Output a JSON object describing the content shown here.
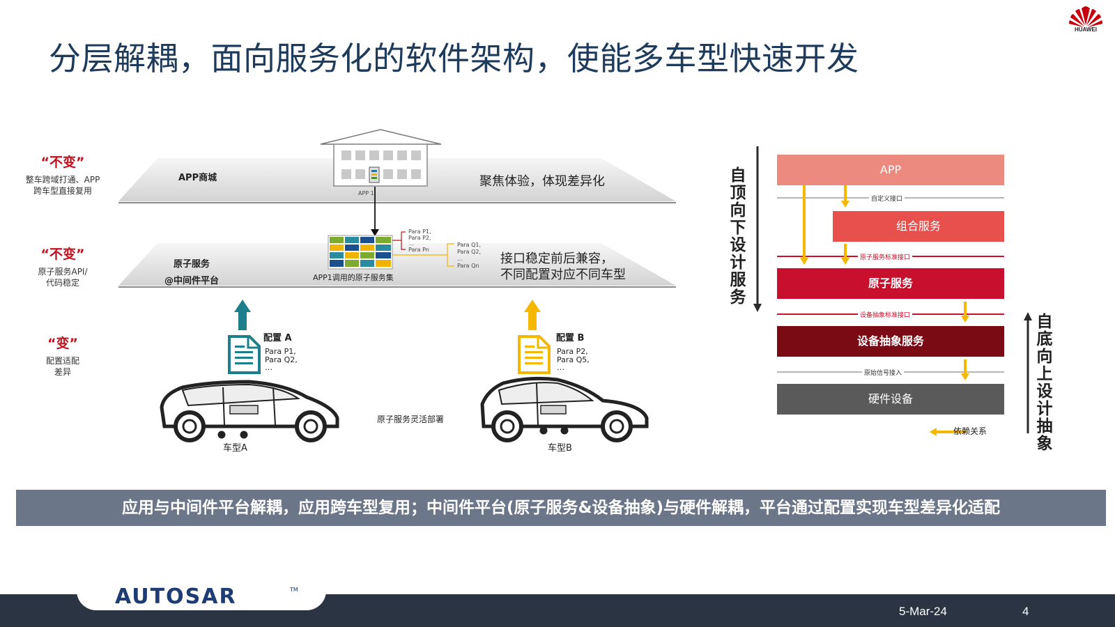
{
  "title": "分层解耦，面向服务化的软件架构，使能多车型快速开发",
  "brand": {
    "logo_text": "HUAWEI",
    "colors": {
      "red": "#c0111f",
      "dark_blue": "#1f3b5c"
    }
  },
  "left_labels": [
    {
      "head": "“不变”",
      "lines": [
        "整车跨域打通、APP",
        "跨车型直接复用"
      ]
    },
    {
      "head": "“不变”",
      "lines": [
        "原子服务API/",
        "代码稳定"
      ]
    },
    {
      "head": "“变”",
      "lines": [
        "配置适配",
        "差异"
      ]
    }
  ],
  "layer1": {
    "label": "APP商城",
    "app_label": "APP 1",
    "desc": "聚焦体验，体现差异化"
  },
  "layer2": {
    "label1": "原子服务",
    "label2": "@中间件平台",
    "set_label": "APP1调用的原子服务集",
    "desc1": "接口稳定前后兼容，",
    "desc2": "不同配置对应不同车型",
    "para_p": [
      "Para P1,",
      "Para P2,",
      "…",
      "Para Pn"
    ],
    "para_q": [
      "Para Q1,",
      "Para Q2,",
      "…",
      "Para Qn"
    ]
  },
  "config_a": {
    "title": "配置 A",
    "lines": [
      "Para P1,",
      "Para Q2,",
      "…"
    ]
  },
  "config_b": {
    "title": "配置 B",
    "lines": [
      "Para P2,",
      "Para Q5,",
      "…"
    ]
  },
  "deploy_label": "原子服务灵活部署",
  "car_a": "车型A",
  "car_b": "车型B",
  "right": {
    "top_down": "自顶向下设计服务",
    "bottom_up": "自底向上设计抽象",
    "bars": [
      {
        "label": "APP",
        "color": "#ec8a80"
      },
      {
        "label": "组合服务",
        "color": "#e8504d"
      },
      {
        "label": "原子服务",
        "color": "#c8102e"
      },
      {
        "label": "设备抽象服务",
        "color": "#7a0a14"
      },
      {
        "label": "硬件设备",
        "color": "#5a5a5a"
      }
    ],
    "interfaces": [
      "自定义接口",
      "原子服务标准接口",
      "设备抽象标准接口",
      "原始信号接入"
    ],
    "legend": "依赖关系"
  },
  "banner": "应用与中间件平台解耦，应用跨车型复用；中间件平台(原子服务&设备抽象)与硬件解耦，平台通过配置实现车型差异化适配",
  "footer": {
    "logo": "AUTOSAR",
    "tm": "TM",
    "date": "5-Mar-24",
    "page": "4"
  }
}
